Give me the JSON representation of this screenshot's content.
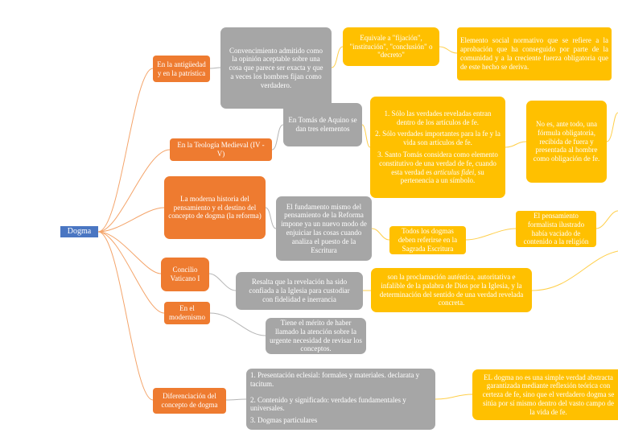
{
  "colors": {
    "root": "#4a76c2",
    "branch": "#ee7b30",
    "detail": "#a6a6a6",
    "highlight": "#ffc000",
    "link_orange": "#f4a46a",
    "link_grey": "#b5b5b5",
    "link_yellow": "#ffcf4a"
  },
  "root": {
    "label": "Dogma"
  },
  "branches": {
    "antiguedad": "En la antigüedad y en la patrística",
    "teologia": "En la Teología Medieval (IV - V)",
    "historia": "La moderna historia del pensamiento y el destino del concepto de dogma  (la reforma)",
    "vaticano": "Concilio Vaticano I",
    "modernismo": "En el modernismo",
    "diferenciacion": "Diferenciación del concepto de dogma"
  },
  "details": {
    "convencimiento": "Convencimiento admitido como la opinión aceptable sobre una cosa que parece ser exacta y que a veces los hombres fijan como verdadero.",
    "tomas": "En Tomás de Aquino se dan tres elementos",
    "fundamento": "El fundamento mismo del pensamiento de la Reforma impone ya un nuevo modo de enjuiciar las cosas cuando analiza el puesto de la Escritura",
    "resalta": "Resalta que la revelación ha sido confiada a la Iglesia para custodiar con fidelidad e inerrancia",
    "merito": "Tiene el mérito de haber llamado la atención sobre la urgente necesidad de revisar los conceptos.",
    "lista": [
      "1. Presentación eclesial: formales y materiales. declarata y tacitum.",
      "2. Contenido y significado: verdades fundamentales y universales.",
      "3. Dogmas particulares"
    ]
  },
  "highlights": {
    "equivale": "Equivale a \"fijación\", \"institución\", \"conclusión\" o \"decreto\"",
    "elemento": "Elemento social normativo que se refiere a la aprobación que ha conseguido por parte de la comunidad y a la creciente fuerza obligatoria que de este hecho se deriva.",
    "tres": {
      "p1": "1. Sólo las verdades reveladas entran dentro de los artículos de fe.",
      "p2": "2. Sólo verdades importantes para la fe y la vida son artículos de fe.",
      "p3_a": "3. Santo Tomás considera como elemento constitutivo de una verdad de fe, cuando esta verdad es ",
      "p3_em": "articulus fidei,",
      "p3_b": " su pertenencia a un símbolo."
    },
    "formula": "No es, ante todo, una fórmula obligatoria, recibida de fuera y presentada al hombre como obligación de fe.",
    "todos": "Todos los dogmas deben referirse  en la Sagrada Escritura",
    "formalista": "El pensamiento formalista ilustrado había vaciado de contenido a la religión",
    "proclamacion": "son la proclamación auténtica, autoritativa e infalible de la palabra de Dios por la Iglesia, y la determinación del sentido de una verdad revelada concreta.",
    "verdad_abstracta": "EL dogma no es una simple verdad abstracta garantizada mediante reflexión teórica con certeza de fe, sino que el verdadero dogma se sitúa por sí mismo dentro del vasto campo de la vida de fe."
  }
}
